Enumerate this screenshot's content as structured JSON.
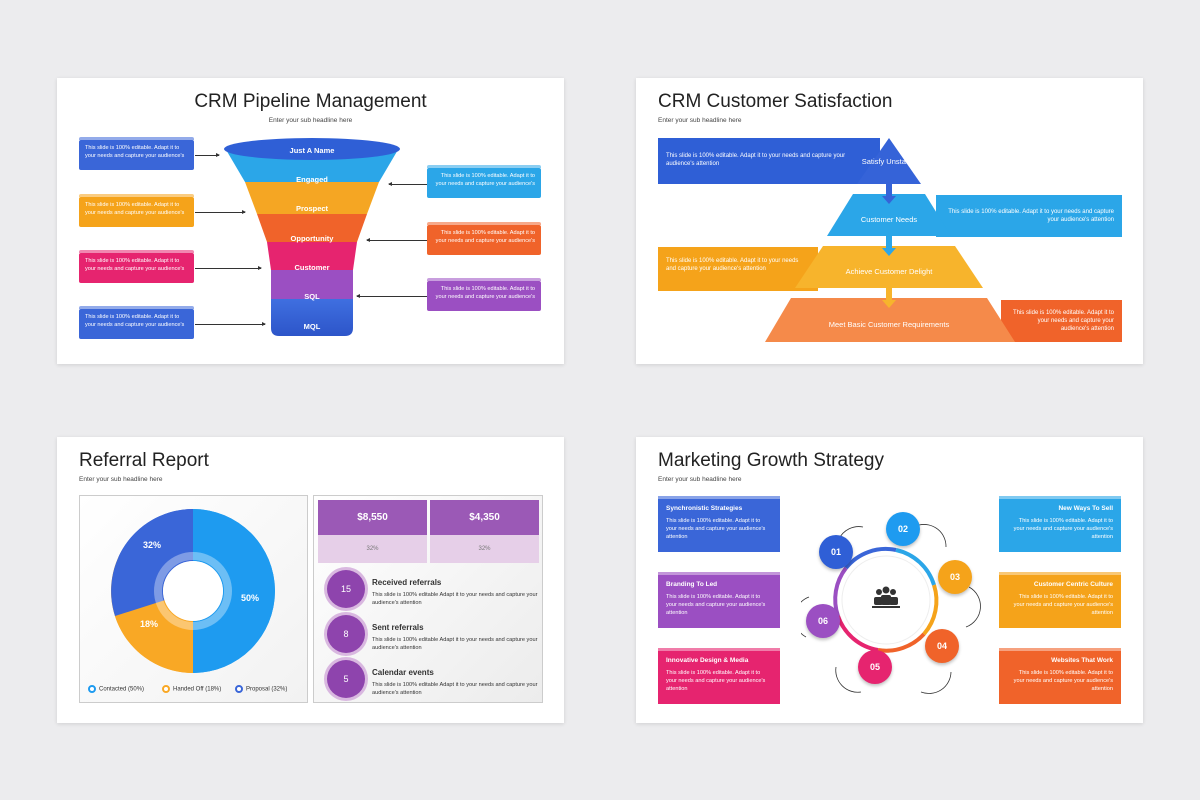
{
  "slide1": {
    "title": "CRM Pipeline Management",
    "subtitle": "Enter your sub headline here",
    "funnel": [
      "Just A Name",
      "Engaged",
      "Prospect",
      "Opportunity",
      "Customer",
      "SQL",
      "MQL"
    ],
    "left_boxes": [
      "This slide is 100% editable. Adapt it to your needs and capture your audience's",
      "This slide is 100% editable. Adapt it to your needs and capture your audience's",
      "This slide is 100% editable. Adapt it to your needs and capture your audience's",
      "This slide is 100% editable. Adapt it to your needs and capture your audience's"
    ],
    "right_boxes": [
      "This slide is 100% editable. Adapt it to your needs and capture your audience's",
      "This slide is 100% editable. Adapt it to your needs and capture your audience's",
      "This slide is 100% editable. Adapt it to your needs and capture your audience's"
    ]
  },
  "slide2": {
    "title": "CRM Customer Satisfaction",
    "subtitle": "Enter your sub headline here",
    "levels": [
      "Satisfy Unstated",
      "Customer Needs",
      "Achieve Customer Delight",
      "Meet Basic Customer Requirements"
    ],
    "band1": "This slide is 100% editable. Adapt it to your needs and capture your audience's attention",
    "band2": "This slide is 100% editable. Adapt it to your needs and capture your audience's attention",
    "band3": "This slide is 100% editable. Adapt it to your needs and capture your audience's attention",
    "band4": "This slide is 100% editable. Adapt it to your needs and capture your audience's attention"
  },
  "slide3": {
    "title": "Referral Report",
    "subtitle": "Enter your sub headline here",
    "donut_labels": [
      "50%",
      "18%",
      "32%"
    ],
    "legend": [
      "Contacted (50%)",
      "Handed Off (18%)",
      "Proposal (32%)"
    ],
    "stats": [
      {
        "value": "$8,550",
        "pct": "32%"
      },
      {
        "value": "$4,350",
        "pct": "32%"
      }
    ],
    "referrals": [
      {
        "num": "15",
        "title": "Received referrals",
        "desc": "This slide is 100% editable Adapt it to your needs and capture your audience's attention"
      },
      {
        "num": "8",
        "title": "Sent referrals",
        "desc": "This slide is 100% editable Adapt it to your needs and capture your audience's attention"
      },
      {
        "num": "5",
        "title": "Calendar events",
        "desc": "This slide is 100% editable Adapt it to your needs and capture your audience's attention"
      }
    ]
  },
  "slide4": {
    "title": "Marketing Growth Strategy",
    "subtitle": "Enter your sub headline here",
    "nodes": [
      "01",
      "02",
      "03",
      "04",
      "05",
      "06"
    ],
    "left": [
      {
        "title": "Synchronistic Strategies",
        "desc": "This slide is 100% editable. Adapt it to your needs and capture your audience's attention"
      },
      {
        "title": "Branding To Led",
        "desc": "This slide is 100% editable. Adapt it to your needs and capture your audience's attention"
      },
      {
        "title": "Innovative Design & Media",
        "desc": "This slide is 100% editable. Adapt it to your needs and capture your audience's attention"
      }
    ],
    "right": [
      {
        "title": "New Ways To Sell",
        "desc": "This slide is 100% editable. Adapt it to your needs and capture your audience's attention"
      },
      {
        "title": "Customer Centric Culture",
        "desc": "This slide is 100% editable. Adapt it to your needs and capture your audience's attention"
      },
      {
        "title": "Websites That Work",
        "desc": "This slide is 100% editable. Adapt it to your needs and capture your audience's attention"
      }
    ]
  }
}
